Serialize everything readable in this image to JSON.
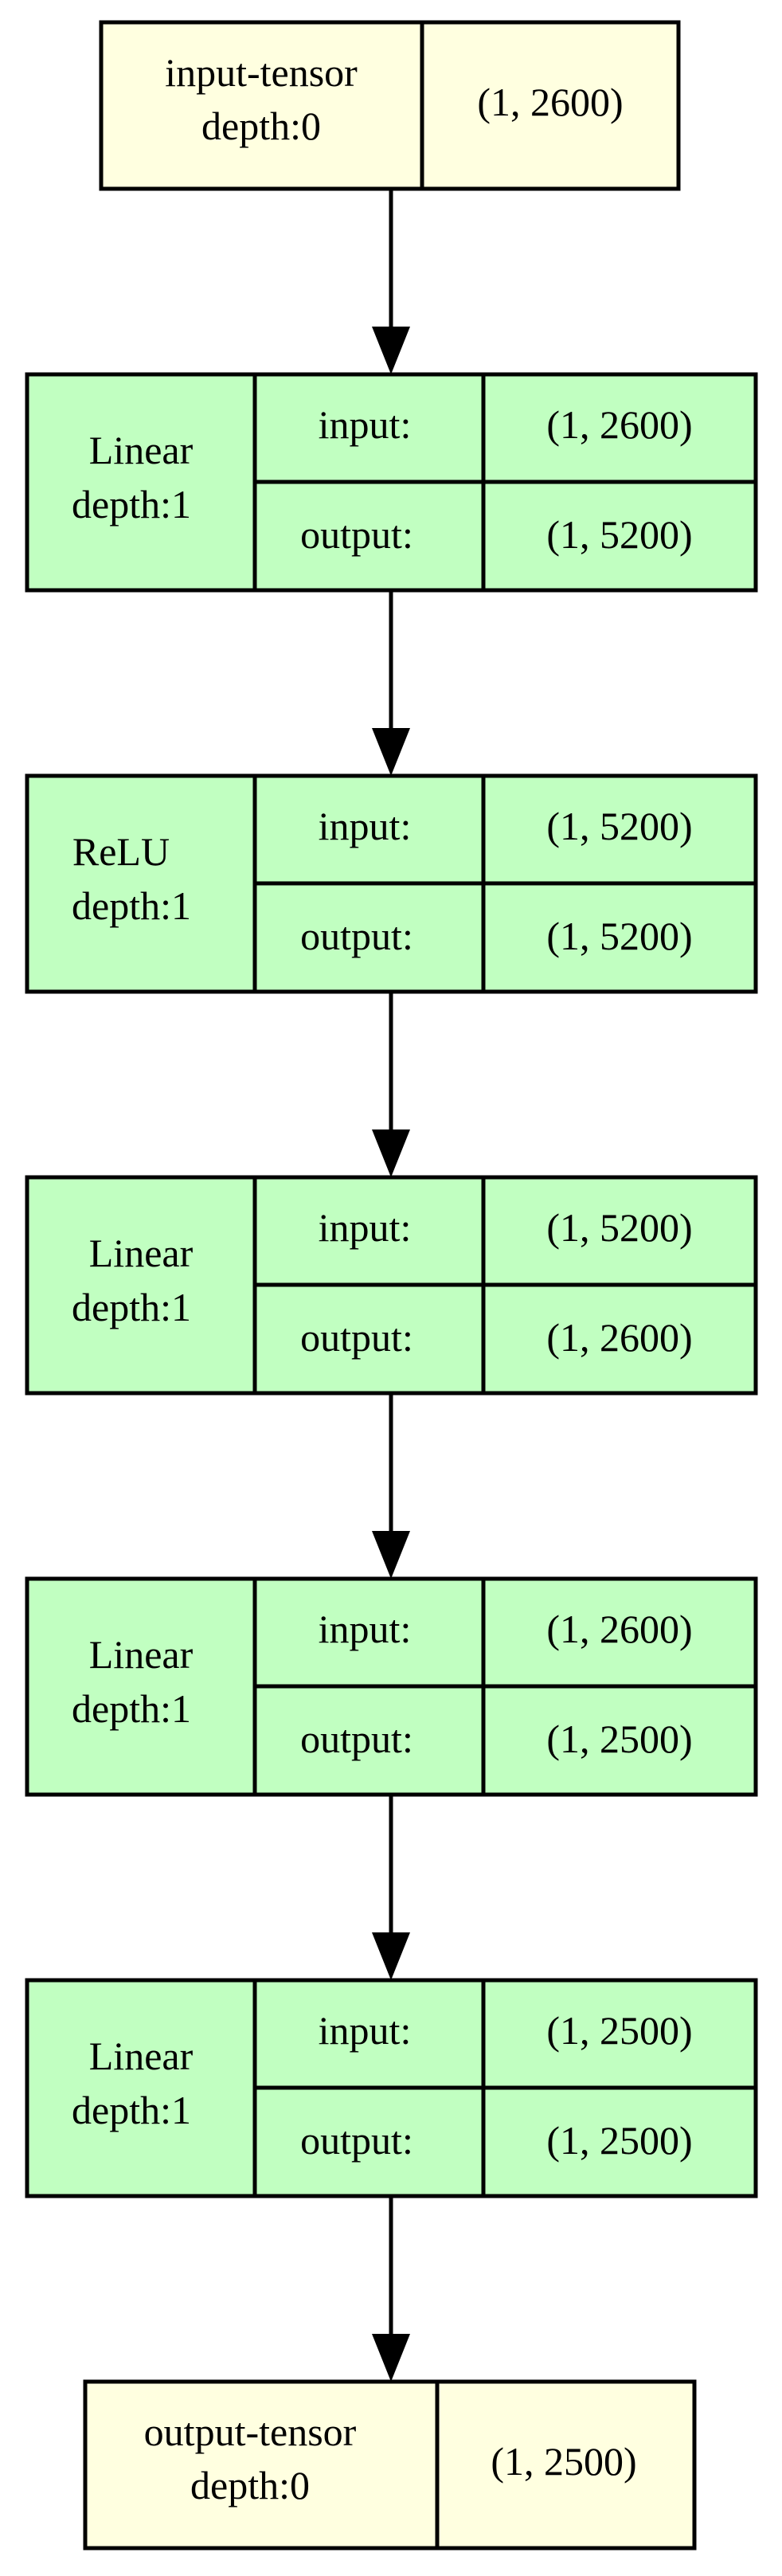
{
  "diagram": {
    "colors": {
      "tensor_fill": "#ffffe0",
      "layer_fill": "#c1ffc1",
      "stroke": "#000000"
    },
    "input_tensor": {
      "name": "input-tensor",
      "depth": "depth:0",
      "shape": "(1, 2600)"
    },
    "layers": [
      {
        "name": "Linear",
        "depth": "depth:1",
        "input_label": "input:",
        "input_shape": "(1, 2600)",
        "output_label": "output:",
        "output_shape": "(1, 5200)"
      },
      {
        "name": "ReLU",
        "depth": "depth:1",
        "input_label": "input:",
        "input_shape": "(1, 5200)",
        "output_label": "output:",
        "output_shape": "(1, 5200)"
      },
      {
        "name": "Linear",
        "depth": "depth:1",
        "input_label": "input:",
        "input_shape": "(1, 5200)",
        "output_label": "output:",
        "output_shape": "(1, 2600)"
      },
      {
        "name": "Linear",
        "depth": "depth:1",
        "input_label": "input:",
        "input_shape": "(1, 2600)",
        "output_label": "output:",
        "output_shape": "(1, 2500)"
      },
      {
        "name": "Linear",
        "depth": "depth:1",
        "input_label": "input:",
        "input_shape": "(1, 2500)",
        "output_label": "output:",
        "output_shape": "(1, 2500)"
      }
    ],
    "output_tensor": {
      "name": "output-tensor",
      "depth": "depth:0",
      "shape": "(1, 2500)"
    }
  }
}
